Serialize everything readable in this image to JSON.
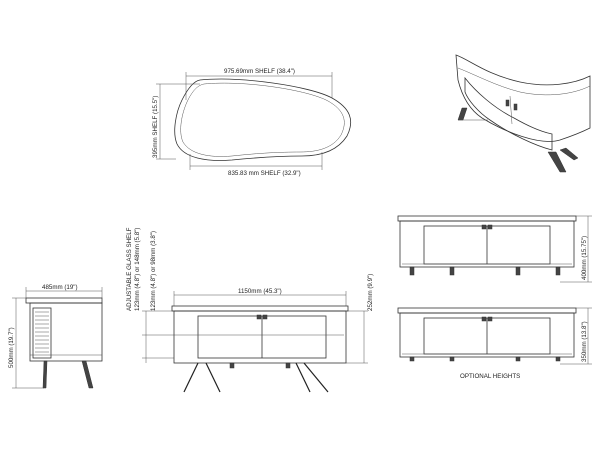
{
  "dimensions": {
    "top_shelf_width": "975.69mm SHELF (38.4\")",
    "top_shelf_depth": "395mm SHELF (15.5\")",
    "bottom_shelf_width": "835.83 mm SHELF (32.9\")",
    "side_width": "485mm (19\")",
    "side_height": "500mm (19.7\")",
    "front_width": "1150mm (45.3\")",
    "adjustable_shelf_label": "ADJUSTABLE GLASS SHELF",
    "shelf_upper": "123mm (4.8\") or 148mm (5.8\")",
    "shelf_lower": "123mm (4.8\") or 98mm (3.8\")",
    "shelf_clearance": "252mm (9.9\")",
    "optional_height_1": "400mm (15.75\")",
    "optional_height_2": "350mm (13.8\")"
  },
  "captions": {
    "optional_heights": "OPTIONAL HEIGHTS"
  },
  "colors": {
    "line": "#333333",
    "background": "#ffffff"
  }
}
